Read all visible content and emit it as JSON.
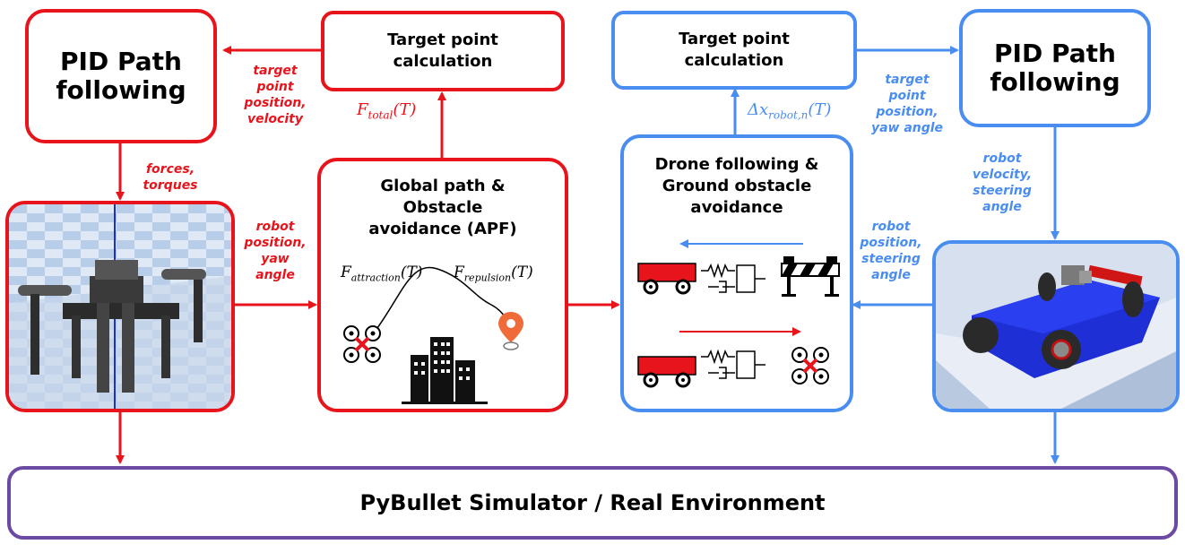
{
  "left": {
    "pid_title": "PID Path\nfollowing",
    "target_title": "Target point\ncalculation",
    "global_title": "Global path &\nObstacle\navoidance (APF)",
    "label_target": "target\npoint\nposition,\nvelocity",
    "label_forces": "forces,\ntorques",
    "label_robot": "robot\nposition,\nyaw\nangle",
    "f_total": "F",
    "f_total_sub": "total",
    "f_total_arg": "(T)",
    "f_attr": "F",
    "f_attr_sub": "attraction",
    "f_attr_arg": "(T)",
    "f_rep": "F",
    "f_rep_sub": "repulsion",
    "f_rep_arg": "(T)"
  },
  "right": {
    "pid_title": "PID Path\nfollowing",
    "target_title": "Target point\ncalculation",
    "drone_title": "Drone following &\nGround obstacle\navoidance",
    "label_target": "target\npoint\nposition,\nyaw angle",
    "label_velocity": "robot\nvelocity,\nsteering\nangle",
    "label_robot": "robot\nposition,\nsteering\nangle",
    "delta": "Δx",
    "delta_sub": "robot,n",
    "delta_arg": "(T)"
  },
  "bottom": {
    "simulator": "PyBullet Simulator / Real Environment"
  },
  "colors": {
    "red": "#e8141c",
    "blue": "#4a8df0",
    "purple": "#6b4aa3"
  }
}
